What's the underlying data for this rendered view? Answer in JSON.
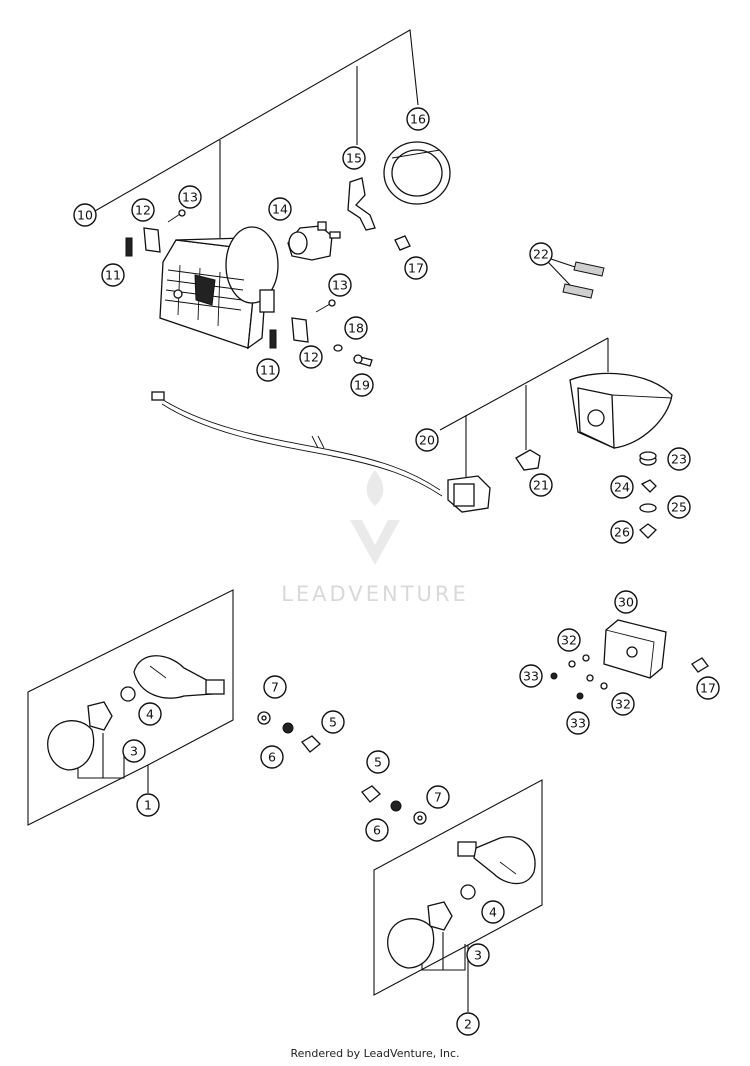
{
  "watermark": {
    "brand": "LEADVENTURE"
  },
  "footer": {
    "text": "Rendered by LeadVenture, Inc."
  },
  "callouts": {
    "c1": "1",
    "c2": "2",
    "c3a": "3",
    "c3b": "3",
    "c4a": "4",
    "c4b": "4",
    "c5a": "5",
    "c5b": "5",
    "c6a": "6",
    "c6b": "6",
    "c7a": "7",
    "c7b": "7",
    "c10": "10",
    "c11a": "11",
    "c11b": "11",
    "c12a": "12",
    "c12b": "12",
    "c13a": "13",
    "c13b": "13",
    "c14": "14",
    "c15": "15",
    "c16": "16",
    "c17a": "17",
    "c17b": "17",
    "c18": "18",
    "c19": "19",
    "c20": "20",
    "c21": "21",
    "c22": "22",
    "c23": "23",
    "c24": "24",
    "c25": "25",
    "c26": "26",
    "c30": "30",
    "c32a": "32",
    "c32b": "32",
    "c33a": "33",
    "c33b": "33"
  }
}
